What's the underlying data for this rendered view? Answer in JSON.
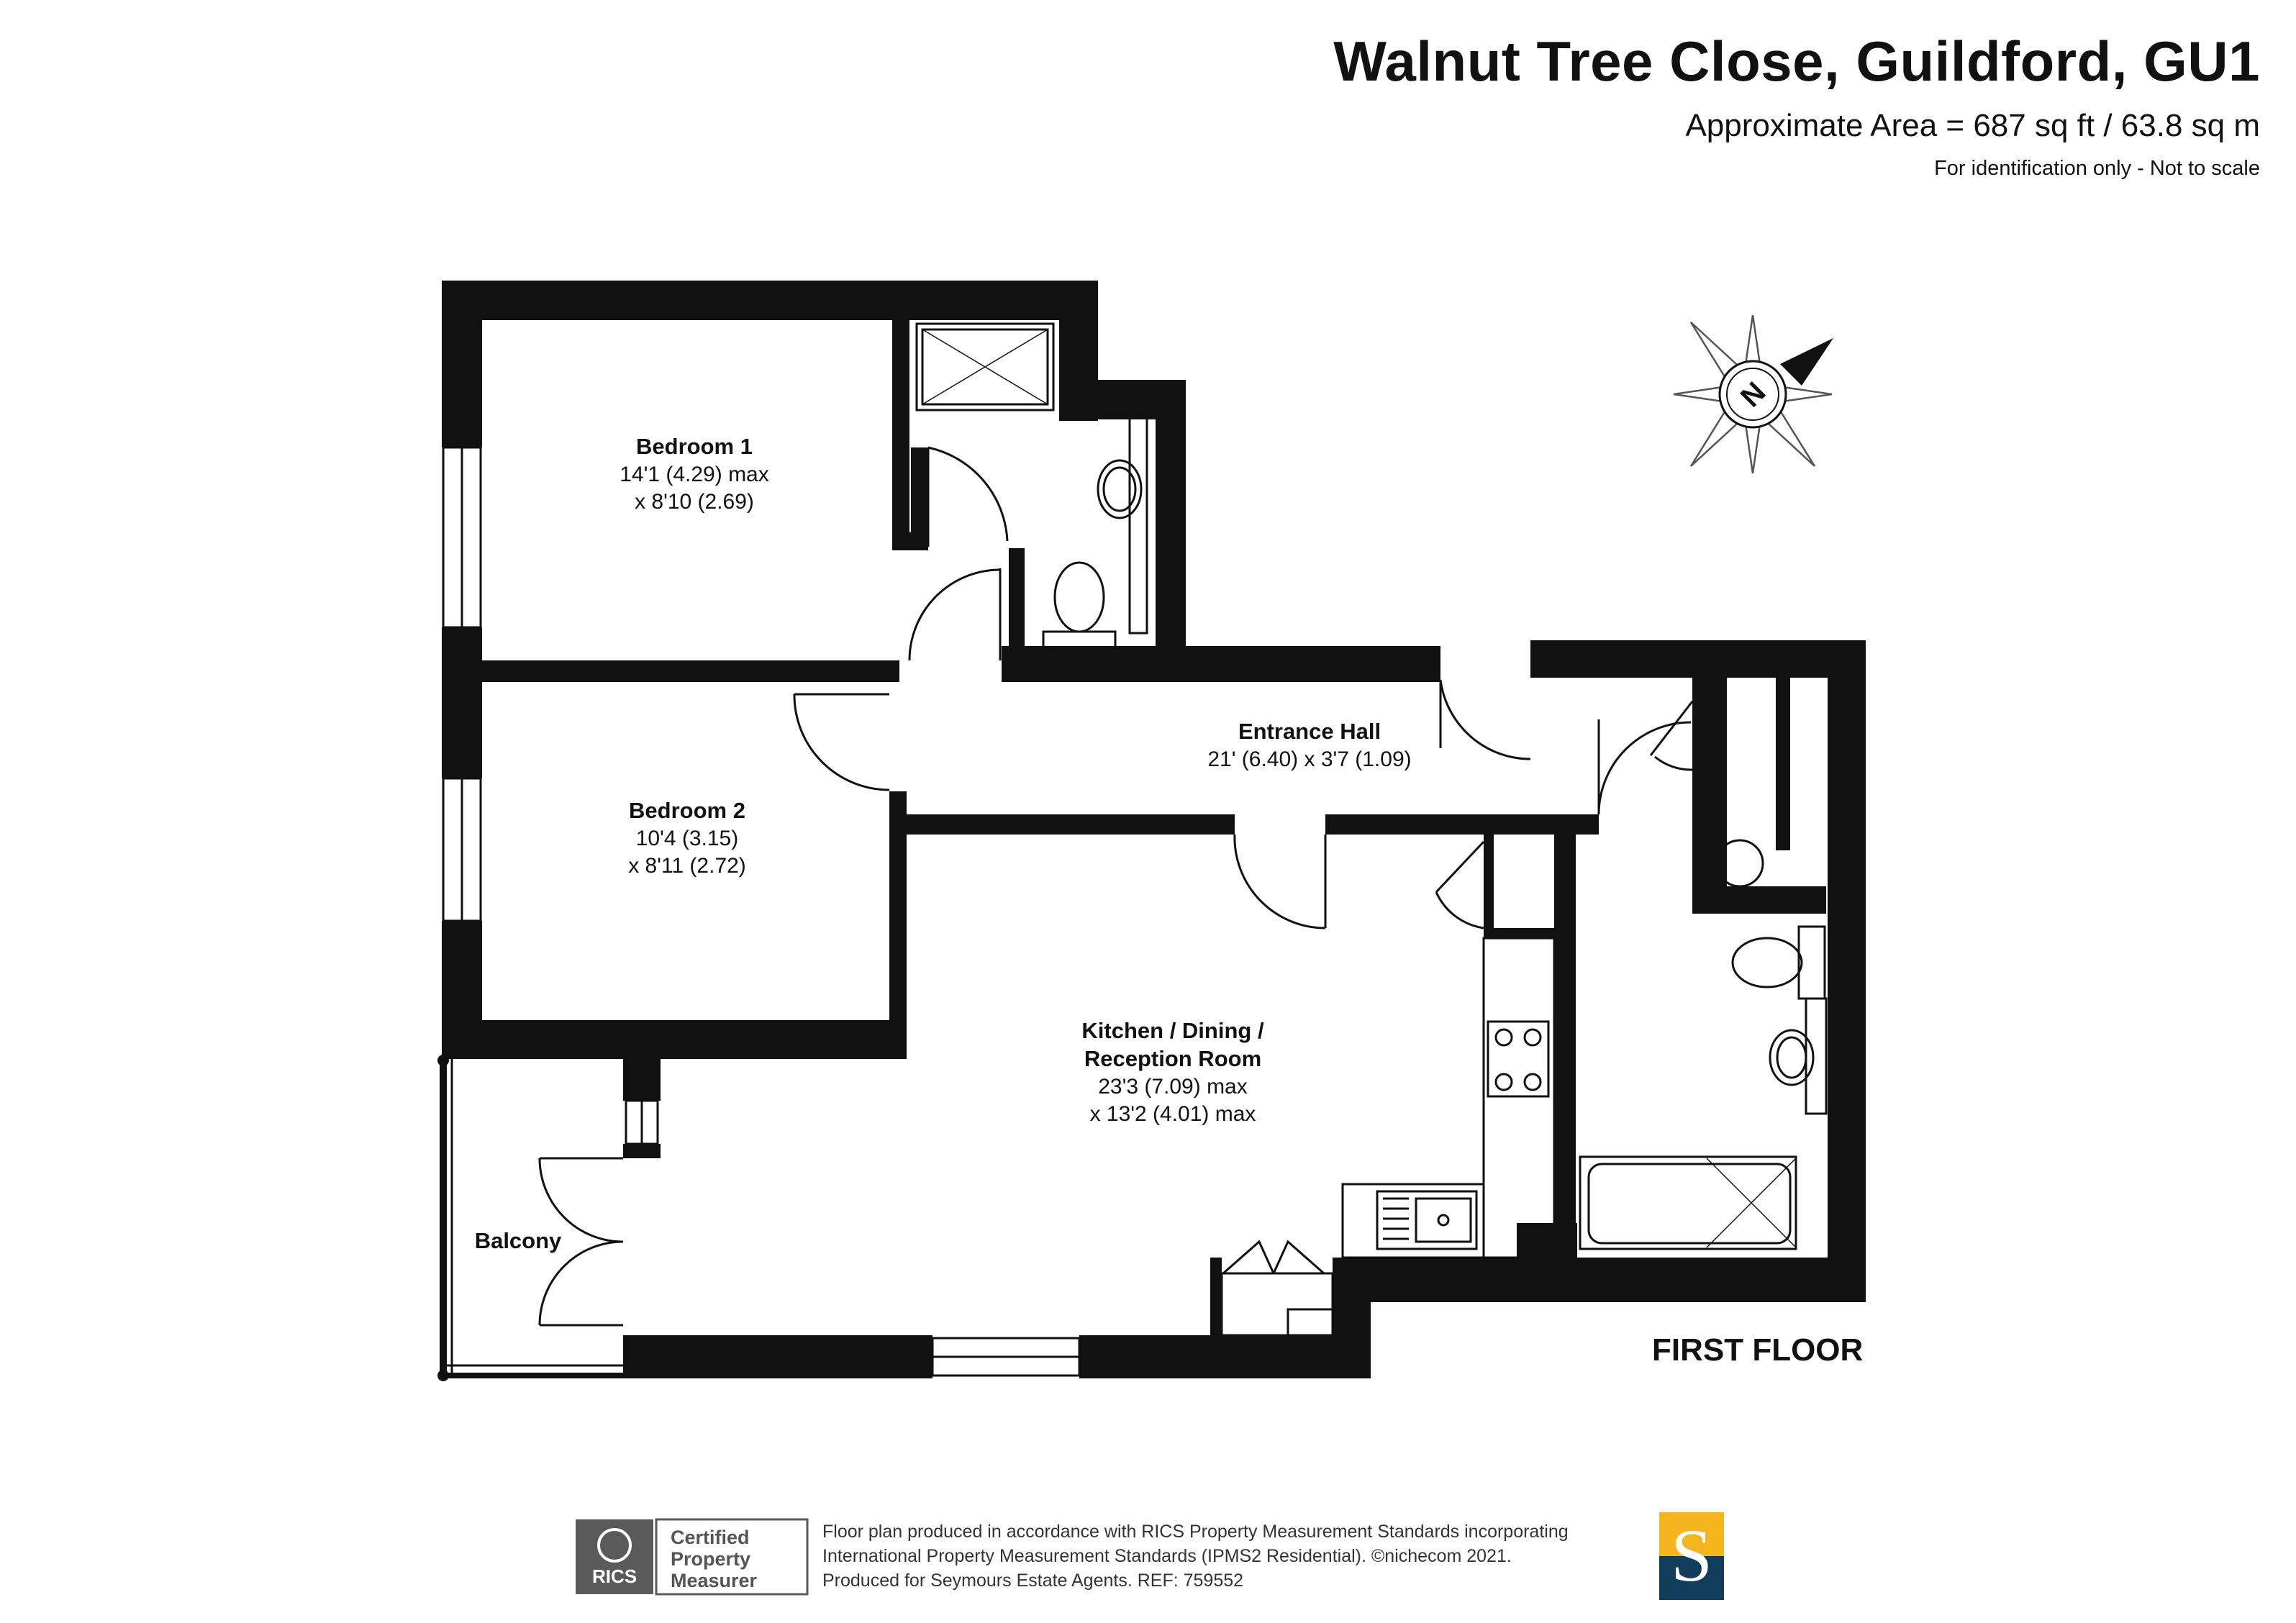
{
  "header": {
    "title": "Walnut Tree Close, Guildford, GU1",
    "area": "Approximate Area = 687 sq ft / 63.8 sq m",
    "note": "For identification only - Not to scale"
  },
  "rooms": {
    "bedroom1": {
      "name": "Bedroom 1",
      "dim1": "14'1 (4.29) max",
      "dim2": "x 8'10 (2.69)"
    },
    "bedroom2": {
      "name": "Bedroom 2",
      "dim1": "10'4 (3.15)",
      "dim2": "x 8'11 (2.72)"
    },
    "hall": {
      "name": "Entrance Hall",
      "dim1": "21' (6.40) x 3'7 (1.09)"
    },
    "kitchen": {
      "name1": "Kitchen / Dining /",
      "name2": "Reception Room",
      "dim1": "23'3 (7.09) max",
      "dim2": "x 13'2 (4.01) max"
    },
    "balcony": {
      "name": "Balcony"
    }
  },
  "floor_label": "FIRST FLOOR",
  "compass": {
    "letter": "N"
  },
  "footer": {
    "line1": "Floor plan produced in accordance with RICS Property Measurement Standards incorporating",
    "line2": "International Property Measurement Standards (IPMS2 Residential).  ©nichecom 2021.",
    "line3": "Produced for Seymours Estate Agents.   REF:  759552"
  },
  "rics_badge": {
    "org": "RICS",
    "line1": "Certified",
    "line2": "Property",
    "line3": "Measurer"
  },
  "brand": {
    "letter": "S"
  },
  "colors": {
    "wall": "#111111",
    "brand_yellow": "#f5b51e",
    "brand_navy": "#123c5c",
    "rics_grey": "#5a5a5a"
  }
}
